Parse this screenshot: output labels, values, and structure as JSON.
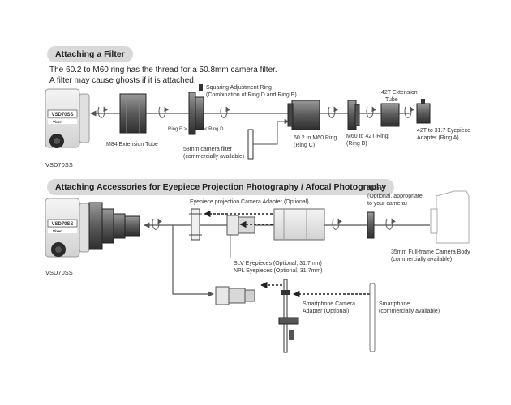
{
  "sections": {
    "filter": {
      "title": "Attaching a Filter",
      "intro_line1": "The 60.2 to M60 ring has the thread for a 50.8mm camera filter.",
      "intro_line2": "A filter may cause ghosts if it is attached."
    },
    "projection": {
      "title": "Attaching Accessories for Eyepiece Projection Photography / Afocal Photography"
    }
  },
  "camera": {
    "model_label": "VSD70SS",
    "badge_text": "VSD70SS",
    "brand_text": "Vixen"
  },
  "filter_labels": {
    "squaring_line1": "Squaring Adjustment Ring",
    "squaring_line2": "(Combination of Ring D and Ring E)",
    "m84_tube": "M84 Extension Tube",
    "ring_e": "Ring E >",
    "ring_d": "< Ring D",
    "filter_line1": "58mm camera filter",
    "filter_line2": "(commercially available)",
    "ring_c_line1": "60.2 to M60 Ring",
    "ring_c_line2": "(Ring C)",
    "ring_b_line1": "M60 to 42T Ring",
    "ring_b_line2": "(Ring B)",
    "ext42_line1": "42T Extension",
    "ext42_line2": "Tube",
    "ring_a_line1": "42T to 31.7 Eyepiece",
    "ring_a_line2": "Adapter (Ring A)"
  },
  "projection_labels": {
    "ep_adapter": "Eyepiece projection Camera Adapter (Optional)",
    "tring_line1": "T-Ring",
    "tring_line2": "(Optional, appropriate",
    "tring_line3": "to your camera)",
    "camera_body_line1": "35mm Full-frame Camera Body",
    "camera_body_line2": "(commercially available)",
    "slv": "SLV Eyepieces (Optional, 31.7mm)",
    "npl": "NPL Eyepieces (Optional, 31.7mm)",
    "smartphone_adapter_line1": "Smartphone Camera",
    "smartphone_adapter_line2": "Adapter (Optional)",
    "smartphone_line1": "Smartphone",
    "smartphone_line2": "(commercially available)"
  }
}
